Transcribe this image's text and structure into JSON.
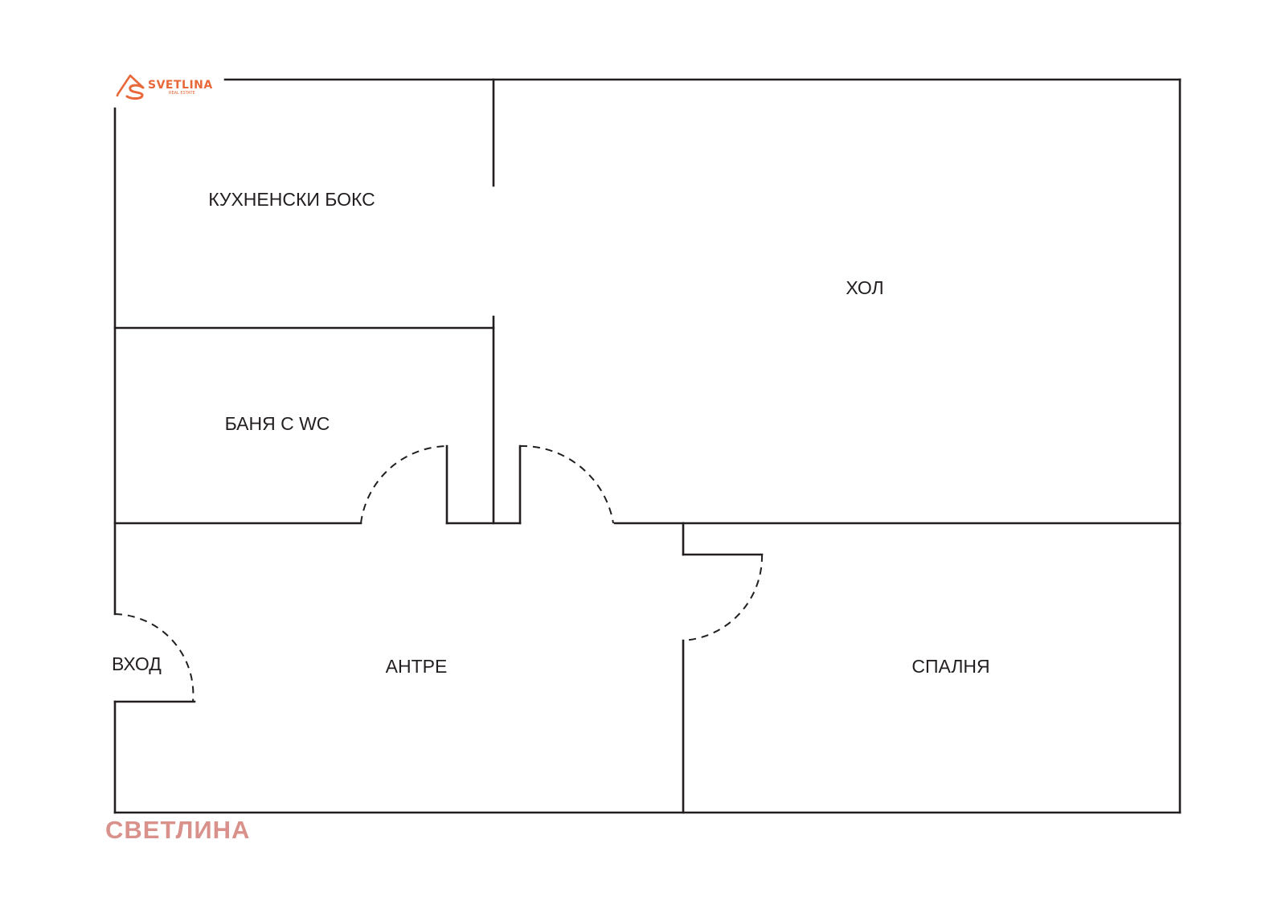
{
  "logo": {
    "brand": "SVETLINA",
    "tagline": "REAL ESTATE",
    "accent_color": "#e8683a",
    "icon": "house-s-icon"
  },
  "rooms": {
    "kitchen": "КУХНЕНСКИ БОКС",
    "living": "ХОЛ",
    "bathroom": "БАНЯ С WC",
    "entrance": "ВХОД",
    "hall": "АНТРЕ",
    "bedroom": "СПАЛНЯ"
  },
  "watermark": {
    "text": "СВЕТЛИНА",
    "color": "#d9918c"
  },
  "line_color": "#231f20"
}
